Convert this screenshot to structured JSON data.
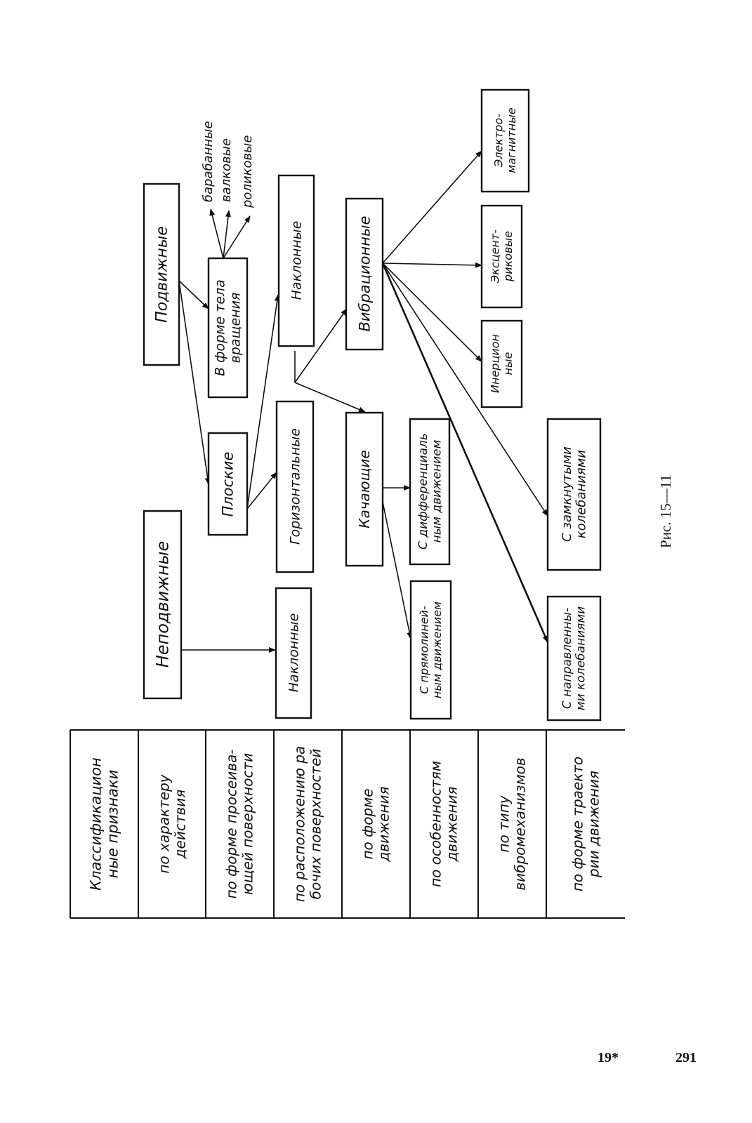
{
  "criteria_header": [
    "Классификацион",
    "ные признаки"
  ],
  "criteria": [
    {
      "id": "c1",
      "lines": [
        "по характеру",
        "действия"
      ]
    },
    {
      "id": "c2",
      "lines": [
        "по форме просеива-",
        "ющей поверхности"
      ]
    },
    {
      "id": "c3",
      "lines": [
        "по расположению ра",
        "бочих поверхностей"
      ]
    },
    {
      "id": "c4",
      "lines": [
        "по форме",
        "движения"
      ]
    },
    {
      "id": "c5",
      "lines": [
        "по особенностям",
        "движения"
      ]
    },
    {
      "id": "c6",
      "lines": [
        "по типу",
        "вибромеханизмов"
      ]
    },
    {
      "id": "c7",
      "lines": [
        "по форме траекто",
        "рии движения"
      ]
    }
  ],
  "nodes": [
    {
      "id": "n1",
      "lines": [
        "Неподвижные"
      ]
    },
    {
      "id": "n2",
      "lines": [
        "Подвижные"
      ]
    },
    {
      "id": "n3",
      "lines": [
        "Наклонные"
      ]
    },
    {
      "id": "n4",
      "lines": [
        "Плоские"
      ]
    },
    {
      "id": "n5",
      "lines": [
        "В форме тела",
        "вращения"
      ]
    },
    {
      "id": "n6",
      "lines": [
        "Горизонтальные"
      ]
    },
    {
      "id": "n7",
      "lines": [
        "Наклонные"
      ]
    },
    {
      "id": "n8",
      "lines": [
        "Качающие"
      ]
    },
    {
      "id": "n9",
      "lines": [
        "Вибрационные"
      ]
    },
    {
      "id": "n10",
      "lines": [
        "С прямолиней-",
        "ным движением"
      ]
    },
    {
      "id": "n11",
      "lines": [
        "С дифференциаль",
        "ным движением"
      ]
    },
    {
      "id": "n12",
      "lines": [
        "Инерцион",
        "ные"
      ]
    },
    {
      "id": "n13",
      "lines": [
        "Эксцент-",
        "риковые"
      ]
    },
    {
      "id": "n14",
      "lines": [
        "Электро-",
        "магнитные"
      ]
    },
    {
      "id": "n15",
      "lines": [
        "С замкнутыми",
        "колебаниями"
      ]
    },
    {
      "id": "n16",
      "lines": [
        "С направленны-",
        "ми колебаниями"
      ]
    }
  ],
  "rotor_types": [
    "барабанные",
    "валковые",
    "роликовые"
  ],
  "caption": "Рис. 15—11",
  "page_marker": "19*",
  "page_number": "291"
}
